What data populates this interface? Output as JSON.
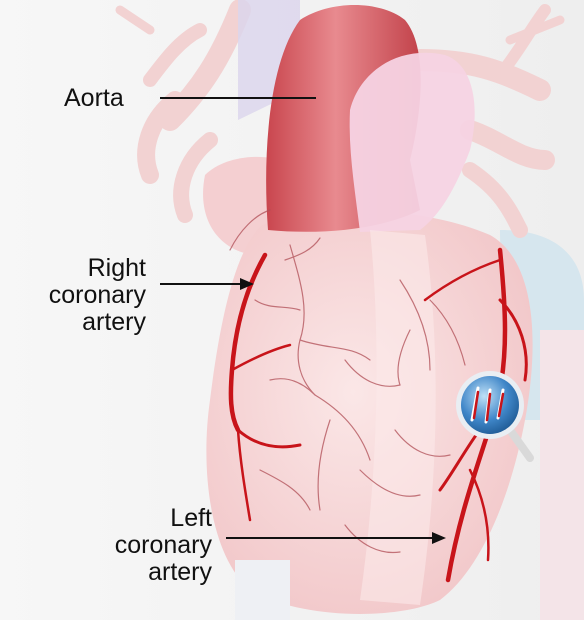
{
  "labels": {
    "aorta": "Aorta",
    "right_coronary_artery": [
      "Right",
      "coronary",
      "artery"
    ],
    "left_coronary_artery": [
      "Left",
      "coronary",
      "artery"
    ]
  },
  "colors": {
    "background": "#f2f2f2",
    "heart_tissue": "#f7d5d6",
    "aorta": "#d9666c",
    "artery": "#c8141a",
    "pointer_line": "#111111",
    "magnifier_lens": "#3a7fc2",
    "panel": "#f4e4e8"
  },
  "icons": {
    "magnifier": "magnifier-icon"
  }
}
